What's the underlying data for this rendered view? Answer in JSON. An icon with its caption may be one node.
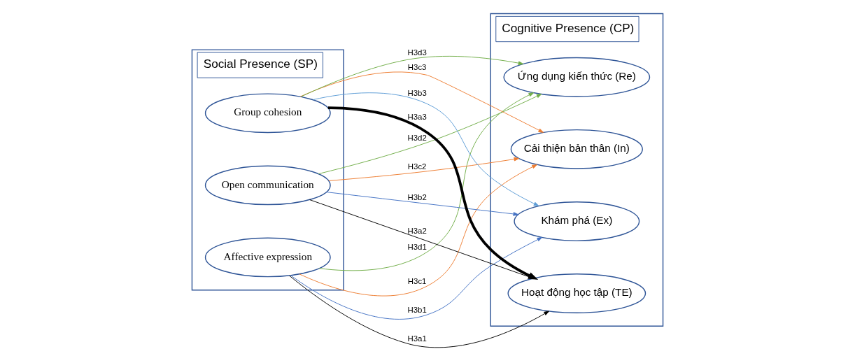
{
  "diagram": {
    "nodes": [
      {
        "text": [
          "Social Presence (SP)"
        ]
      },
      {
        "text": [
          "Affective expression"
        ],
        "in": 0
      },
      {
        "text": [
          "Open communication"
        ],
        "in": 0
      },
      {
        "text": [
          "Group cohesion"
        ],
        "in": 0
      },
      {
        "text": [
          "Cognitive Presence (CP)"
        ]
      },
      {
        "text": [
          "Hoạt động học tập (TE)"
        ],
        "in": 4
      },
      {
        "text": [
          "Khám phá (Ex)"
        ],
        "in": 4
      },
      {
        "text": [
          "Cải thiện bản thân (In)"
        ],
        "in": 4
      },
      {
        "text": [
          "Ứng dụng kiến thức (Re)"
        ],
        "in": 4
      }
    ],
    "edges": [
      {
        "from": 1,
        "to": 5,
        "arrow": "to",
        "label": "H3a1",
        "color": "#000000"
      },
      {
        "from": 2,
        "to": 5,
        "arrow": "to",
        "label": "H3a2",
        "color": "#000000"
      },
      {
        "from": 3,
        "to": 5,
        "arrow": "to",
        "label": "H3a3",
        "color": "#000000",
        "style": "thick"
      },
      {
        "from": 1,
        "to": 6,
        "arrow": "to",
        "label": "H3b1",
        "color": "#4472c4"
      },
      {
        "from": 2,
        "to": 6,
        "arrow": "to",
        "label": "H3b2",
        "color": "#4472c4"
      },
      {
        "from": 3,
        "to": 6,
        "arrow": "to",
        "label": "H3b3",
        "color": "#5b9bd5"
      },
      {
        "from": 1,
        "to": 7,
        "arrow": "to",
        "label": "H3c1",
        "color": "#ed7d31"
      },
      {
        "from": 2,
        "to": 7,
        "arrow": "to",
        "label": "H3c2",
        "color": "#ed7d31"
      },
      {
        "from": 3,
        "to": 7,
        "arrow": "to",
        "label": "H3c3",
        "color": "#ed7d31"
      },
      {
        "from": 1,
        "to": 8,
        "arrow": "to",
        "label": "H3d1",
        "color": "#70ad47"
      },
      {
        "from": 2,
        "to": 8,
        "arrow": "to",
        "label": "H3d2",
        "color": "#70ad47"
      },
      {
        "from": 3,
        "to": 8,
        "arrow": "to",
        "label": "H3d3",
        "color": "#70ad47"
      }
    ]
  }
}
